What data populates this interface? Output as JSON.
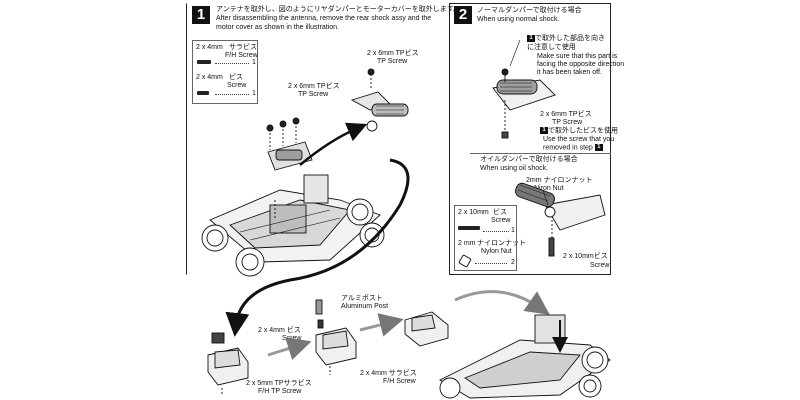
{
  "step1": {
    "number": "1",
    "text_jp": "アンテナを取外し、図のようにリヤダンパーとモーターカバーを取外します。",
    "text_en1": "After disassembling the antenna, remove the rear shock assy and the",
    "text_en2": "motor cover as shown in the illustration.",
    "parts": [
      {
        "size": "2 x 4mm",
        "name_jp": "サラビス",
        "name_en": "F/H Screw",
        "qty": "1"
      },
      {
        "size": "2 x 4mm",
        "name_jp": "ビス",
        "name_en": "Screw",
        "qty": "1"
      }
    ],
    "label_tp_screw_left": {
      "jp": "2 x 6mm TPビス",
      "en": "TP Screw"
    },
    "label_tp_screw_right": {
      "jp": "2 x 6mm TPビス",
      "en": "TP Screw"
    }
  },
  "step2": {
    "number": "2",
    "title_jp": "ノーマルダンパーで取付ける場合",
    "title_en": "When using normal shock.",
    "note_jp": "で取外した部品を向きに注意して使用",
    "note_ref": "1",
    "note_en1": "Make sure that this part is",
    "note_en2": "facing the opposite direction",
    "note_en3": "it has been taken off.",
    "tp_label": {
      "jp": "2 x 6mm TPビス",
      "en": "TP Screw"
    },
    "reuse_jp": "で取外したビスを使用",
    "reuse_ref": "1",
    "reuse_en1": "Use the screw that you",
    "reuse_en2": "removed in step",
    "oil_title_jp": "オイルダンパーで取付ける場合",
    "oil_title_en": "When using oil shock.",
    "nut_label": {
      "jp": "2mm ナイロンナット",
      "en": "Niron Nut"
    },
    "parts": [
      {
        "size": "2 x 10mm",
        "name_jp": "ビス",
        "name_en": "Screw",
        "qty": "1"
      },
      {
        "size": "2 mm",
        "name_jp": "ナイロンナット",
        "name_en": "Nylon Nut",
        "qty": "2"
      }
    ],
    "screw_label": {
      "jp": "2 x 10mmビス",
      "en": "Screw"
    }
  },
  "bottom": {
    "alu_post": {
      "jp": "アルミポスト",
      "en": "Aluminum Post"
    },
    "screw_mid": {
      "jp": "2 x 4mm ビス",
      "en": "Screw"
    },
    "tp_fh_screw": {
      "jp": "2 x 5mm TPサラビス",
      "en": "F/H TP Screw"
    },
    "fh_screw": {
      "jp": "2 x 4mm サラビス",
      "en": "F/H Screw"
    }
  }
}
